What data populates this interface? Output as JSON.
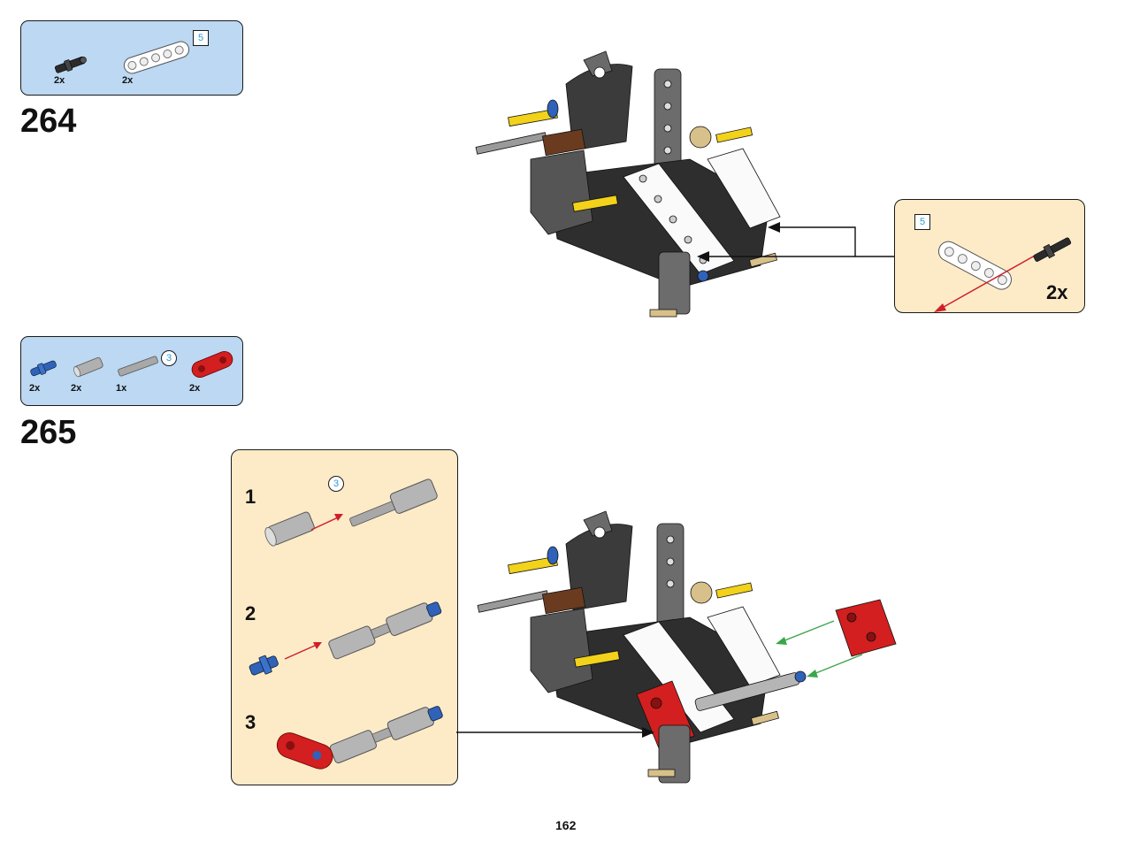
{
  "page_number": "162",
  "step_264": {
    "number": "264",
    "parts": [
      {
        "name": "black-pin-with-bushing",
        "qty": "2x"
      },
      {
        "name": "white-beam-5",
        "qty": "2x",
        "length": "5"
      }
    ],
    "callout": {
      "length": "5",
      "multiplier": "2x"
    }
  },
  "step_265": {
    "number": "265",
    "parts": [
      {
        "name": "blue-pin",
        "qty": "2x"
      },
      {
        "name": "grey-connector",
        "qty": "2x"
      },
      {
        "name": "grey-axle-3",
        "qty": "1x",
        "length": "3"
      },
      {
        "name": "red-beam-2",
        "qty": "2x"
      }
    ],
    "substeps": [
      {
        "label": "1",
        "length": "3"
      },
      {
        "label": "2"
      },
      {
        "label": "3"
      }
    ]
  },
  "colors": {
    "parts_box": "#bcd8f2",
    "callout": "#fdebc8",
    "arrow_red": "#d0202a",
    "arrow_green": "#3aa64a",
    "length_label": "#2a9bd4"
  }
}
